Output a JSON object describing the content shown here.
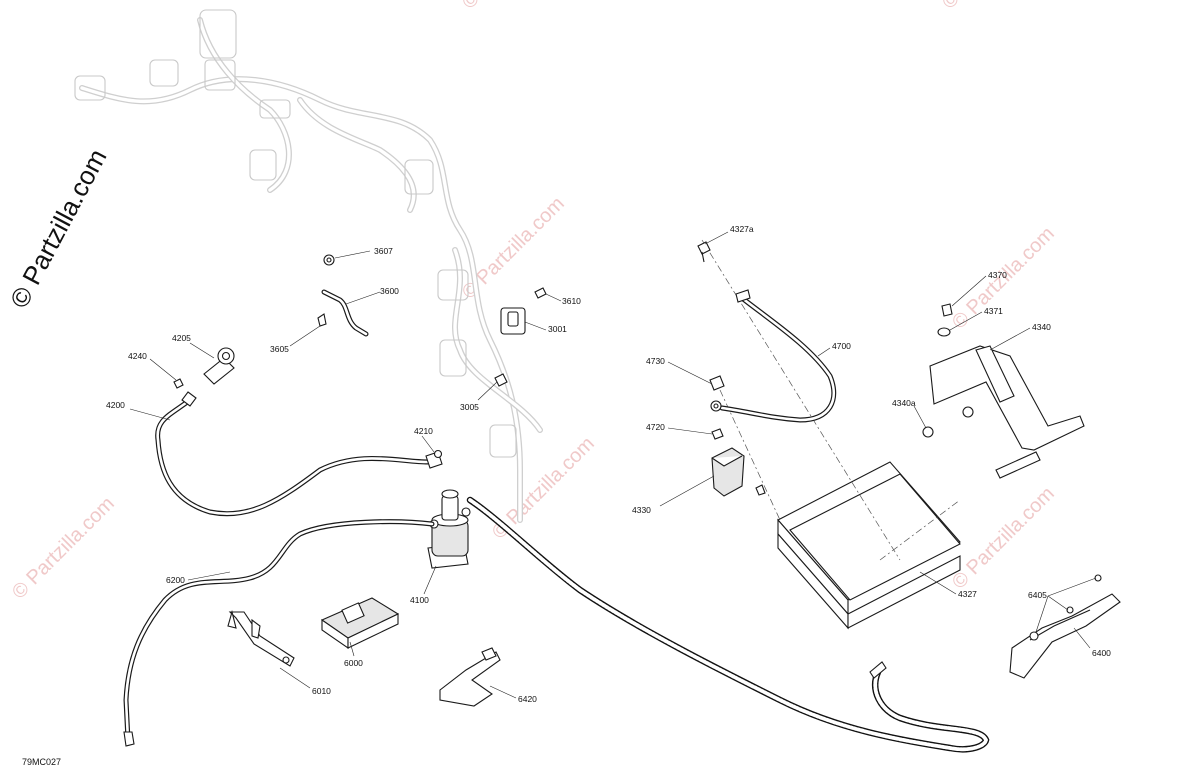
{
  "watermark": {
    "brand": "© Partzilla.com",
    "repeat_text": "© Partzilla.com"
  },
  "diagram_ref": "79MC027",
  "callouts": {
    "c3607": "3607",
    "c3600": "3600",
    "c3605": "3605",
    "c3610": "3610",
    "c3001": "3001",
    "c3005": "3005",
    "c4205": "4205",
    "c4240": "4240",
    "c4200": "4200",
    "c4210": "4210",
    "c4100": "4100",
    "c6200": "6200",
    "c6010": "6010",
    "c6000": "6000",
    "c6420": "6420",
    "c4327a": "4327a",
    "c4700": "4700",
    "c4730": "4730",
    "c4720": "4720",
    "c4330": "4330",
    "c4327": "4327",
    "c4370": "4370",
    "c4371": "4371",
    "c4340": "4340",
    "c4340a": "4340a",
    "c6405": "6405",
    "c6400": "6400"
  }
}
